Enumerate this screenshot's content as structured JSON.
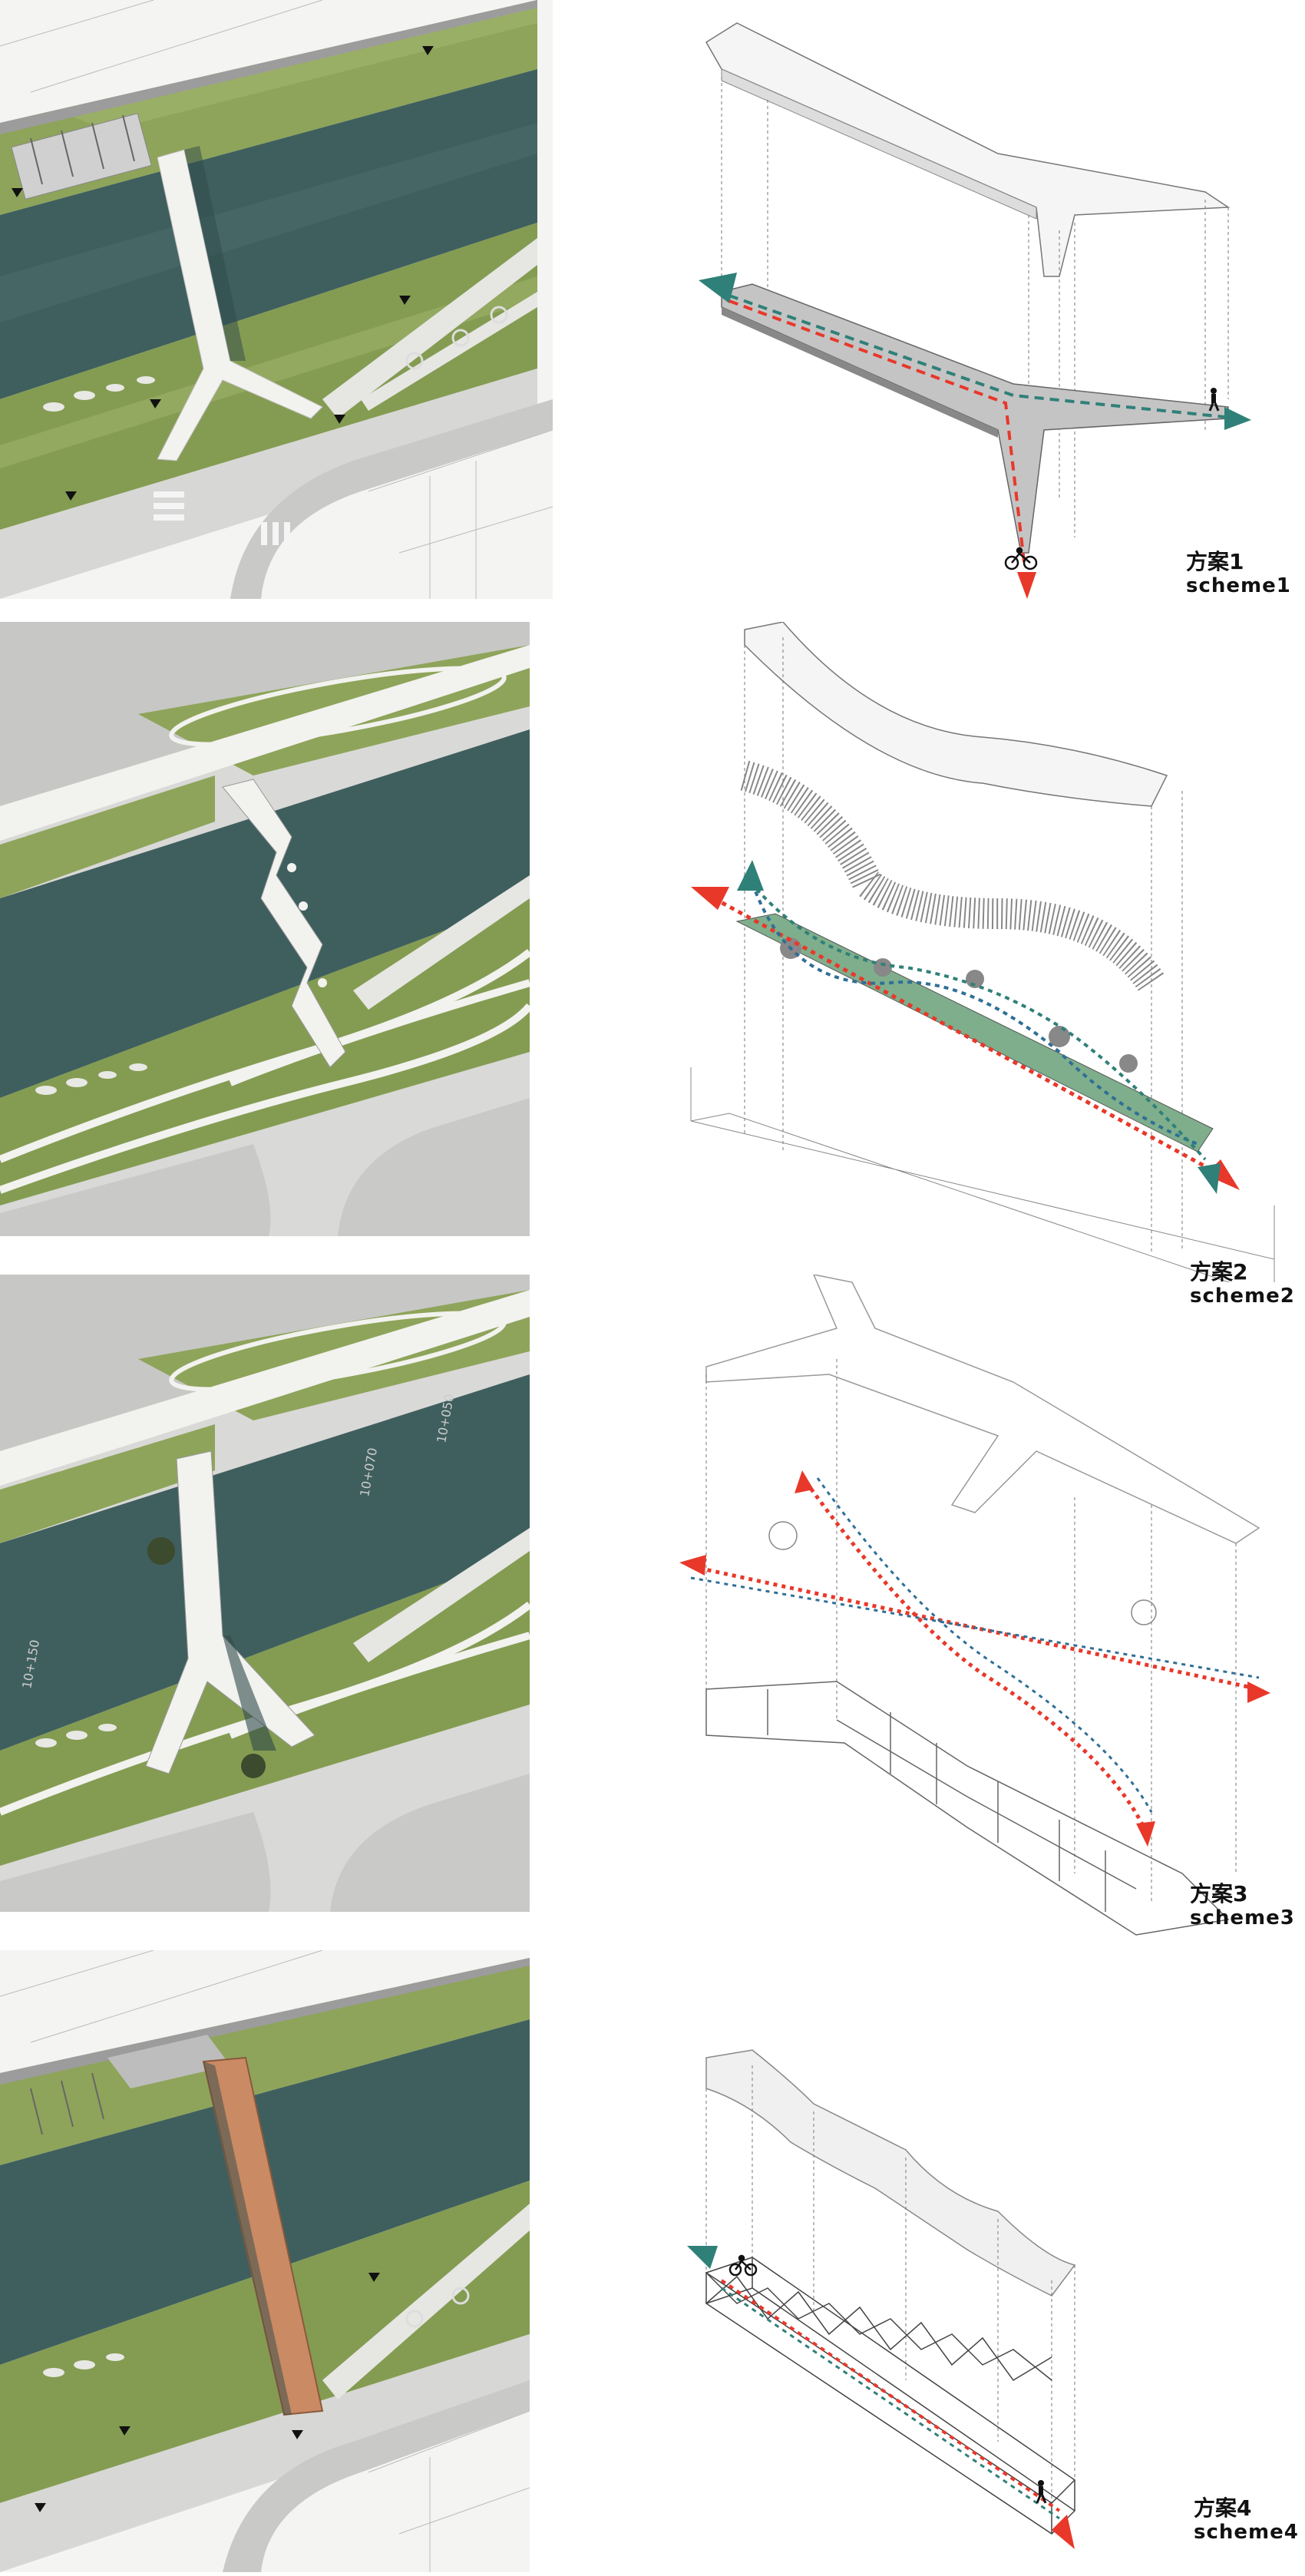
{
  "schemes": [
    {
      "cn": "方案1",
      "en": "scheme1"
    },
    {
      "cn": "方案2",
      "en": "scheme2"
    },
    {
      "cn": "方案3",
      "en": "scheme3"
    },
    {
      "cn": "方案4",
      "en": "scheme4"
    }
  ],
  "plan_labels": [
    "10+050",
    "10+070",
    "10+150"
  ],
  "colors": {
    "grass": "#8ea45a",
    "grass_dark": "#6f8a44",
    "water": "#3f5f5e",
    "paving": "#cfcfcf",
    "deck_white": "#f2f2ef",
    "timber": "#c98a64",
    "arrow_red": "#e8382a",
    "arrow_teal": "#2f8078",
    "arrow_blue": "#2f6f96",
    "green_deck": "#7fae8c"
  },
  "icons": [
    "pedestrian-icon",
    "bicycle-icon",
    "tree-icon"
  ]
}
